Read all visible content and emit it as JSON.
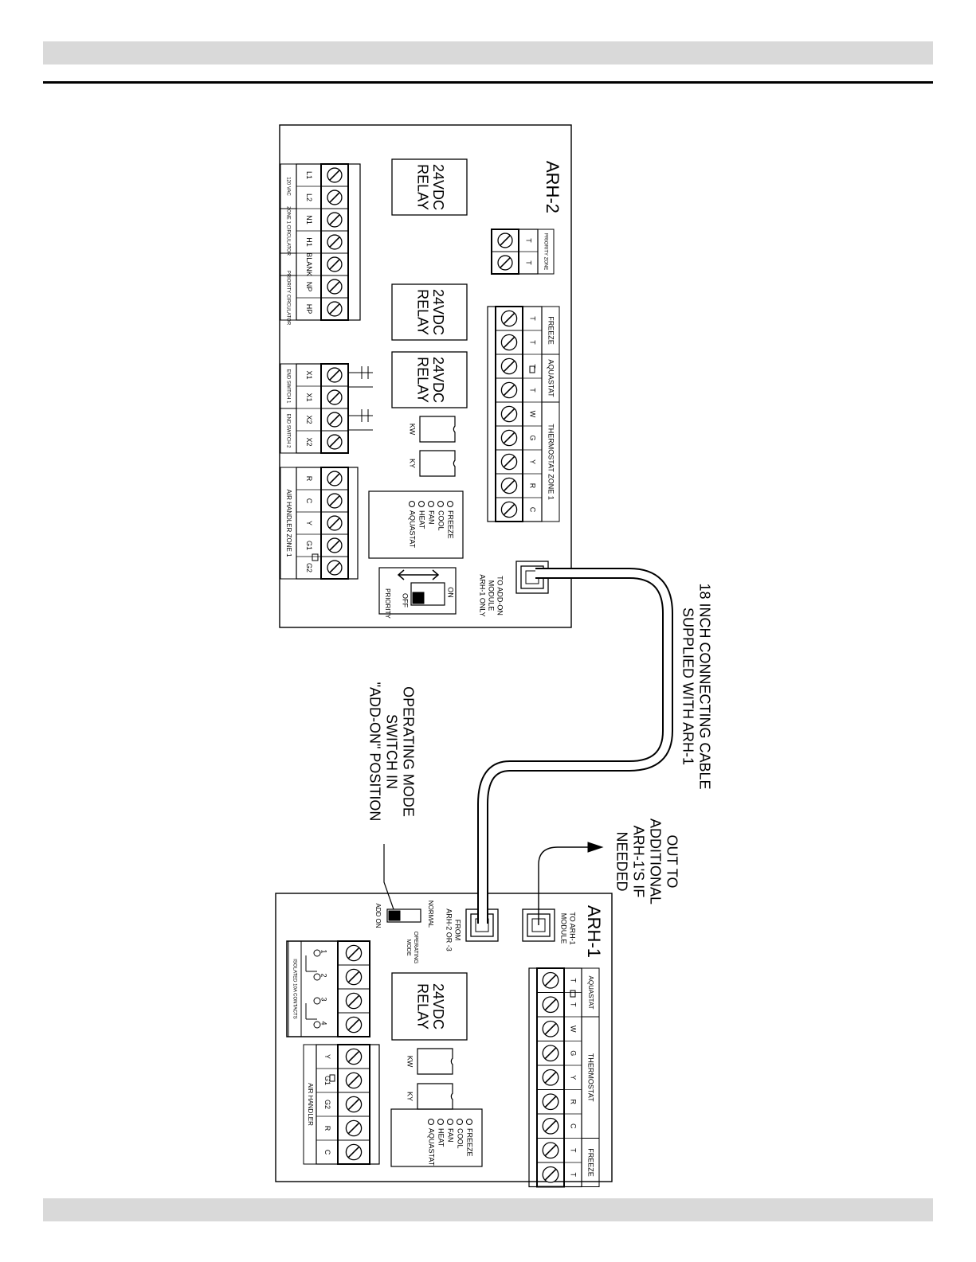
{
  "arh2": {
    "title": "ARH-2",
    "relay": [
      "24VDC",
      "RELAY"
    ],
    "line_terminals": {
      "labels": [
        "L1",
        "L2",
        "N1",
        "H1",
        "BLANK",
        "NP",
        "HP"
      ],
      "groups": [
        "120 VAC",
        "ZONE 1 CIRCULATOR",
        "PRIORITY CIRCULATOR"
      ]
    },
    "end_switch": {
      "labels": [
        "X1",
        "X1",
        "X2",
        "X2"
      ],
      "groups": [
        "END SWITCH 1",
        "END SWITCH 2"
      ]
    },
    "air_handler": {
      "labels": [
        "R",
        "C",
        "Y",
        "G1",
        "G2"
      ],
      "group": "AIR HANDLER ZONE 1"
    },
    "priority_zone": {
      "labels": [
        "T",
        "T"
      ],
      "group": "PRIORITY ZONE"
    },
    "freeze": {
      "labels": [
        "T",
        "T"
      ],
      "group": "FREEZE"
    },
    "aquastat": {
      "labels": [
        "T",
        "T"
      ],
      "group": "AQUASTAT"
    },
    "thermostat": {
      "labels": [
        "W",
        "G",
        "Y",
        "R",
        "C"
      ],
      "group": "THERMOSTAT ZONE 1"
    },
    "relays_small": [
      "KW",
      "KY"
    ],
    "leds": [
      "FREEZE",
      "COOL",
      "FAN",
      "HEAT",
      "AQUASTAT"
    ],
    "addon_port": [
      "TO ADD-ON",
      "MODULE",
      "ARH-1 ONLY"
    ],
    "priority_switch": {
      "on": "ON",
      "off": "OFF",
      "label": "PRIORITY"
    }
  },
  "arh1": {
    "title": "ARH-1",
    "relay": [
      "24VDC",
      "RELAY"
    ],
    "isolated": {
      "labels": [
        "1",
        "2",
        "3",
        "4"
      ],
      "group": "ISOLATED 10A CONTACTS"
    },
    "air_handler": {
      "labels": [
        "Y",
        "G1",
        "G2",
        "R",
        "C"
      ],
      "group": "AIR HANDLER"
    },
    "aquastat": {
      "labels": [
        "T",
        "T"
      ],
      "group": "AQUASTAT"
    },
    "thermostat": {
      "labels": [
        "W",
        "G",
        "Y",
        "R",
        "C"
      ],
      "group": "THERMOSTAT"
    },
    "freeze": {
      "labels": [
        "T",
        "T"
      ],
      "group": "FREEZE"
    },
    "relays_small": [
      "KW",
      "KY"
    ],
    "leds": [
      "FREEZE",
      "COOL",
      "FAN",
      "HEAT",
      "AQUASTAT"
    ],
    "port_to": [
      "TO ARH-1",
      "MODULE"
    ],
    "port_from": [
      "FROM",
      "ARH-2 OR -3"
    ],
    "mode_switch": {
      "normal": "NORMAL",
      "addon": "ADD ON",
      "label": [
        "OPERATING",
        "MODE"
      ]
    }
  },
  "callouts": {
    "cable": [
      "18 INCH CONNECTING CABLE",
      "SUPPLIED WITH ARH-1"
    ],
    "out_to": [
      "OUT TO",
      "ADDITIONAL",
      "ARH-1'S IF",
      "NEEDED"
    ],
    "mode": [
      "OPERATING MODE",
      "SWITCH IN",
      "\"ADD-ON\" POSITION"
    ]
  }
}
